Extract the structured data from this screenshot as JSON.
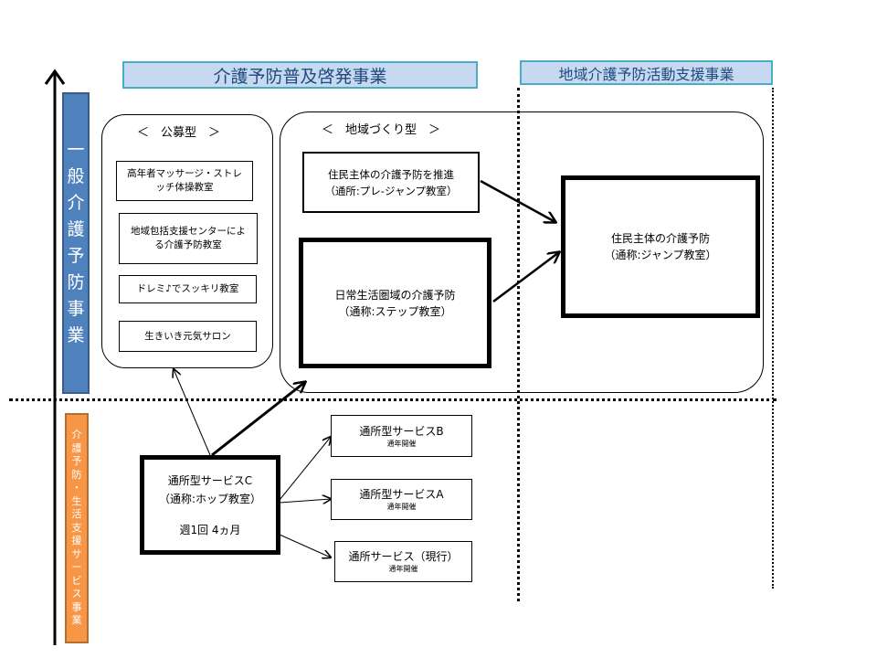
{
  "headers": {
    "top_left": "介護予防普及啓発事業",
    "top_right": "地域介護予防活動支援事業",
    "side_top": "一般介護予防事業",
    "side_bottom": "介護予防・生活支援サービス事業"
  },
  "koubo": {
    "title": "＜　公募型　＞",
    "items": [
      "高年者マッサージ・ストレッチ体操教室",
      "地域包括支援センターによる介護予防教室",
      "ドレミ♪でスッキリ教室",
      "生きいき元気サロン"
    ]
  },
  "chiiki": {
    "title": "＜　地域づくり型　＞",
    "pre_jump": {
      "line1": "住民主体の介護予防を推進",
      "line2": "（通所:プレ-ジャンプ教室）"
    },
    "step": {
      "line1": "日常生活圏域の介護予防",
      "line2": "（通称:ステップ教室）"
    },
    "jump": {
      "line1": "住民主体の介護予防",
      "line2": "（通称:ジャンプ教室）"
    }
  },
  "hop": {
    "line1": "通所型サービスC",
    "line2": "（通称:ホップ教室）",
    "line3": "週1回 4ヵ月"
  },
  "services": [
    {
      "name": "通所型サービスB",
      "note": "通年開催"
    },
    {
      "name": "通所型サービスA",
      "note": "通年開催"
    },
    {
      "name": "通所サービス（現行）",
      "note": "通年開催"
    }
  ]
}
